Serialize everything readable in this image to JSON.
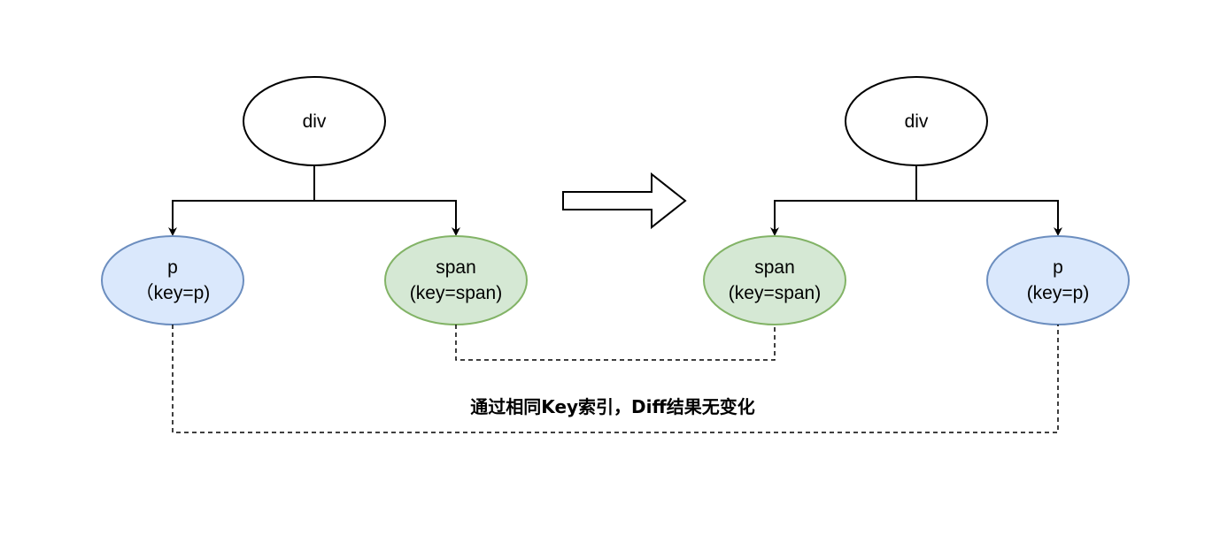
{
  "left_tree": {
    "root": {
      "label": "div"
    },
    "child_1": {
      "line1": "p",
      "line2": "（key=p)",
      "color": "#dae8fc",
      "border": "#6c8ebf"
    },
    "child_2": {
      "line1": "span",
      "line2": "(key=span)",
      "color": "#d5e8d4",
      "border": "#82b366"
    }
  },
  "right_tree": {
    "root": {
      "label": "div"
    },
    "child_1": {
      "line1": "span",
      "line2": "(key=span)",
      "color": "#d5e8d4",
      "border": "#82b366"
    },
    "child_2": {
      "line1": "p",
      "line2": "(key=p)",
      "color": "#dae8fc",
      "border": "#6c8ebf"
    }
  },
  "transition_arrow": {
    "icon": "right-arrow-icon"
  },
  "caption": "通过相同Key索引，Diff结果无变化"
}
